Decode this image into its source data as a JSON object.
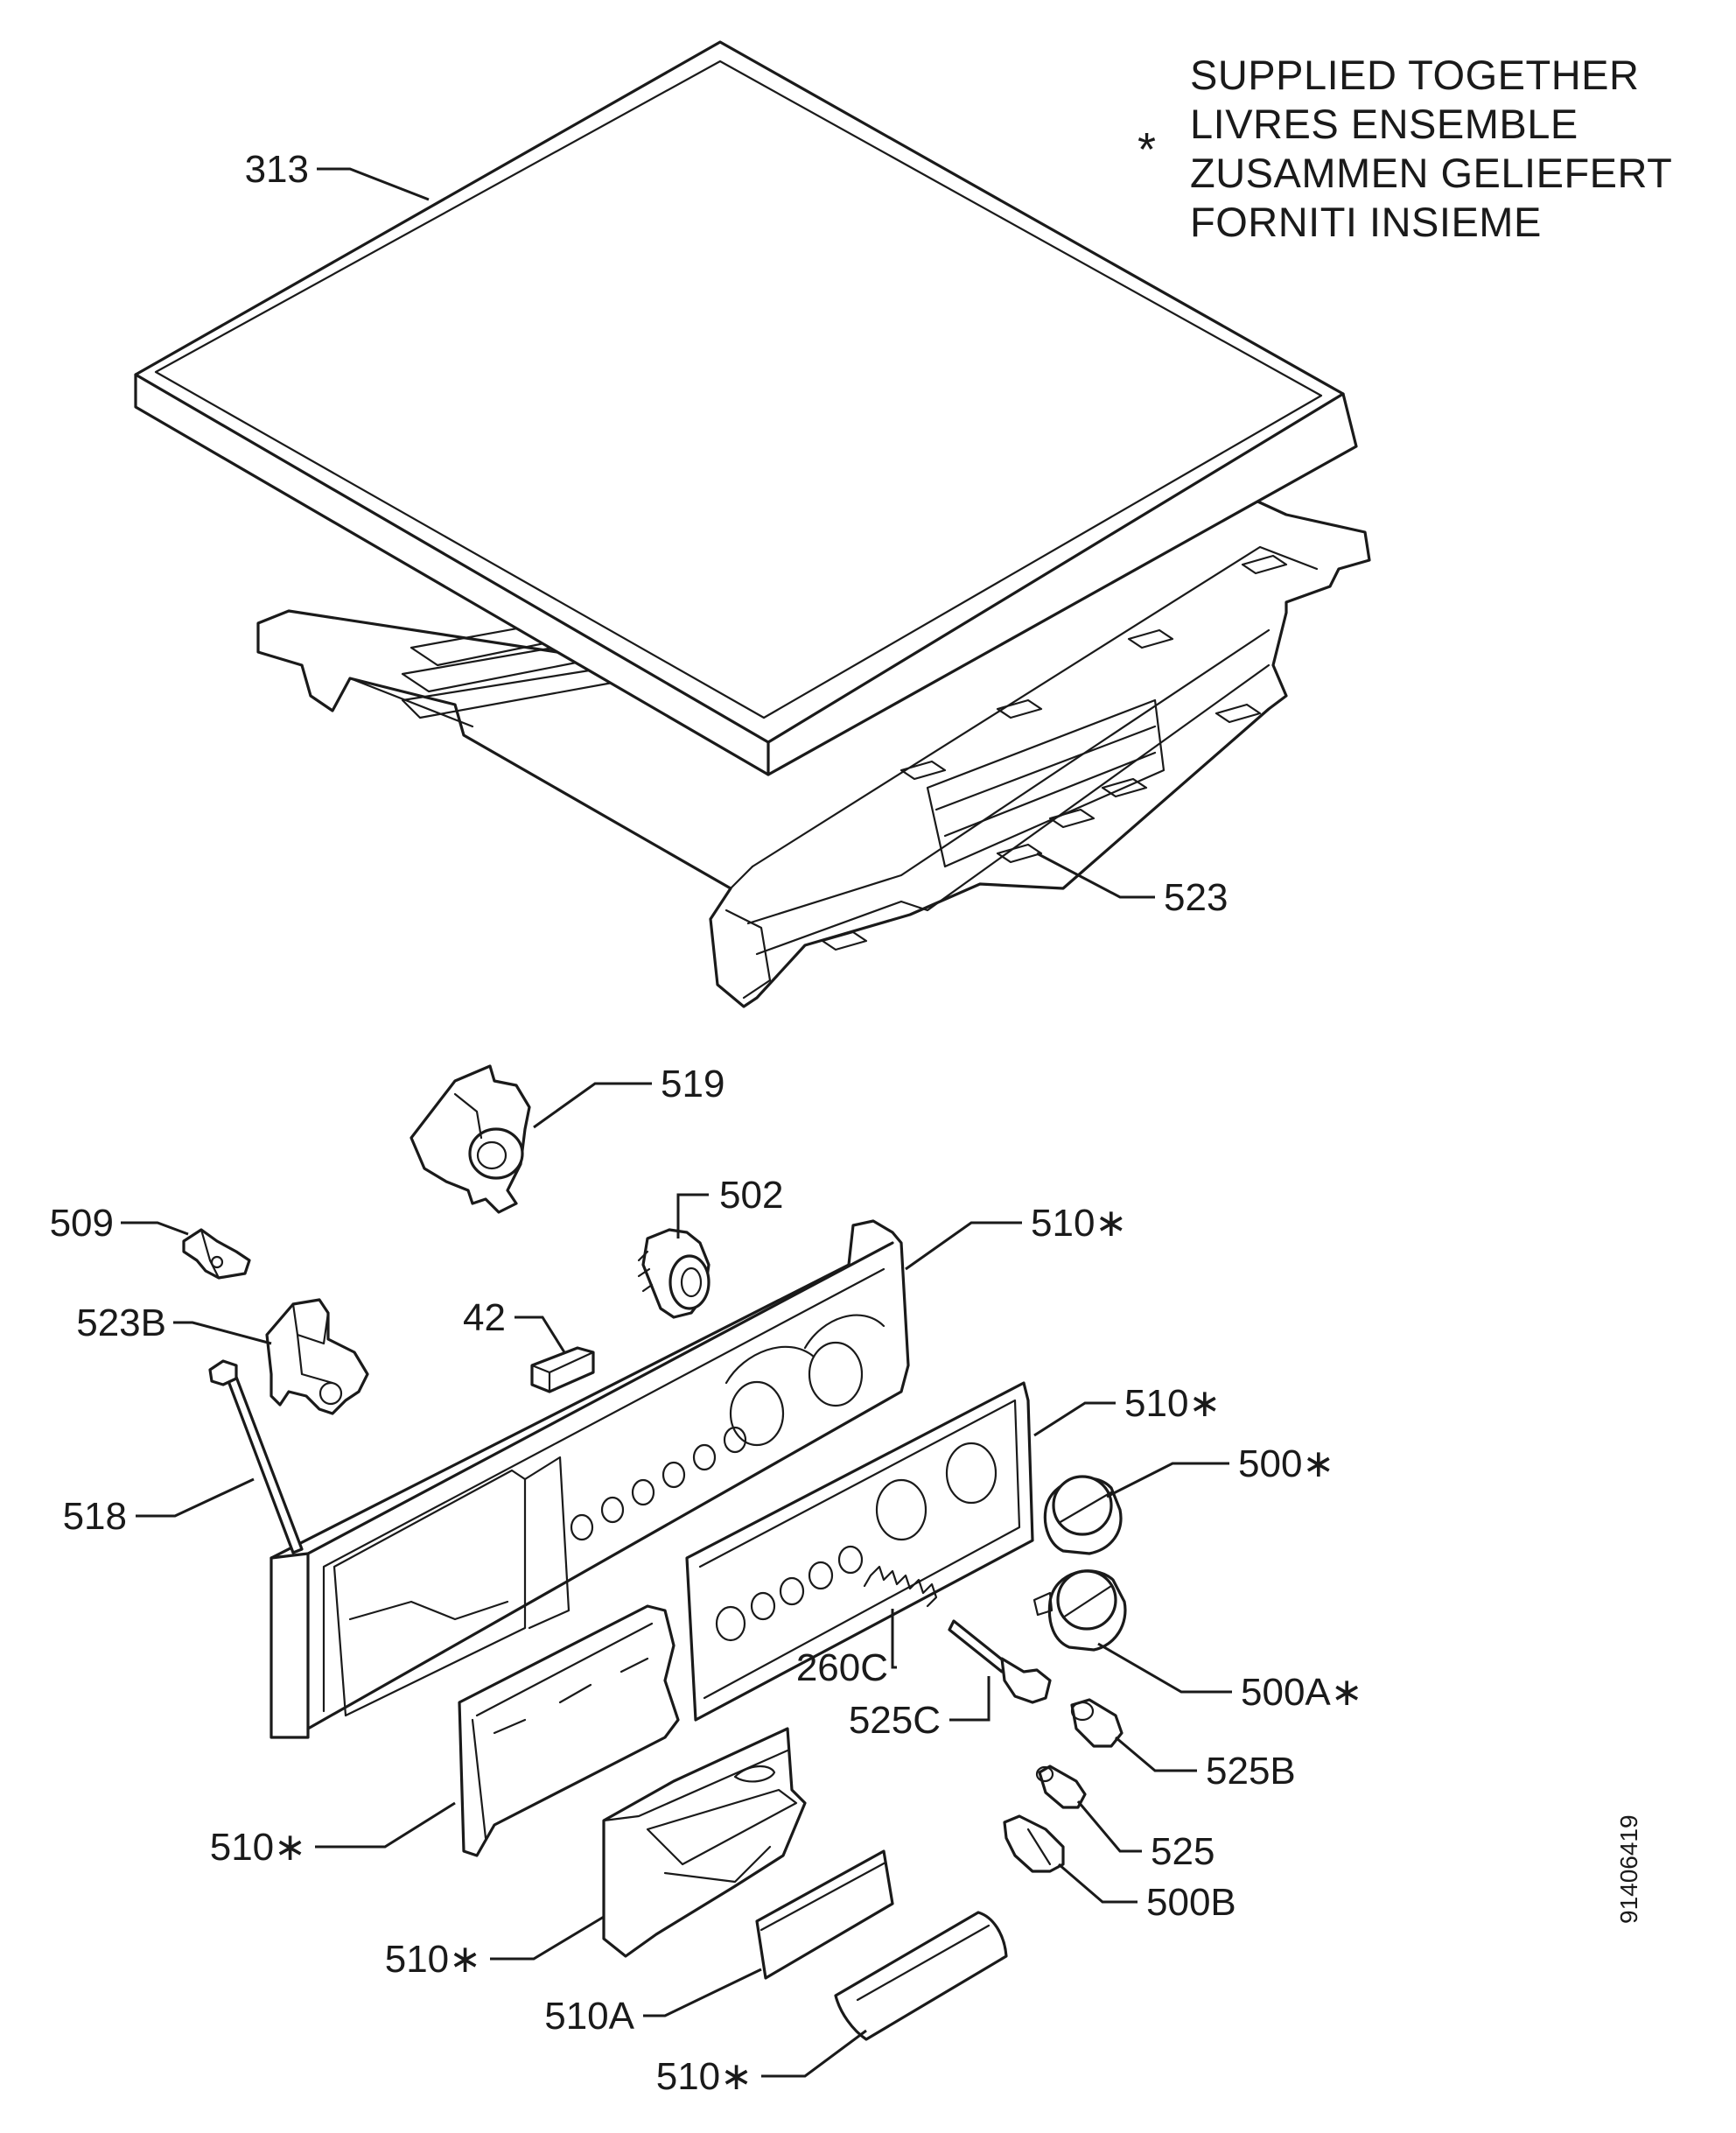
{
  "legend": {
    "symbol": "*",
    "lines": [
      "SUPPLIED TOGETHER",
      "LIVRES ENSEMBLE",
      "ZUSAMMEN GELIEFERT",
      "FORNITI INSIEME"
    ]
  },
  "reference_number": "91406419",
  "parts": {
    "p313": "313",
    "p523": "523",
    "p519": "519",
    "p502": "502",
    "p509": "509",
    "p510_panel": "510∗",
    "p523b": "523B",
    "p42": "42",
    "p510_mask": "510∗",
    "p500": "500∗",
    "p518": "518",
    "p500a": "500A∗",
    "p260c": "260C",
    "p525c": "525C",
    "p525b": "525B",
    "p510_drawer": "510∗",
    "p525": "525",
    "p500b": "500B",
    "p510_handle": "510∗",
    "p510a": "510A",
    "p510_cover": "510∗"
  }
}
